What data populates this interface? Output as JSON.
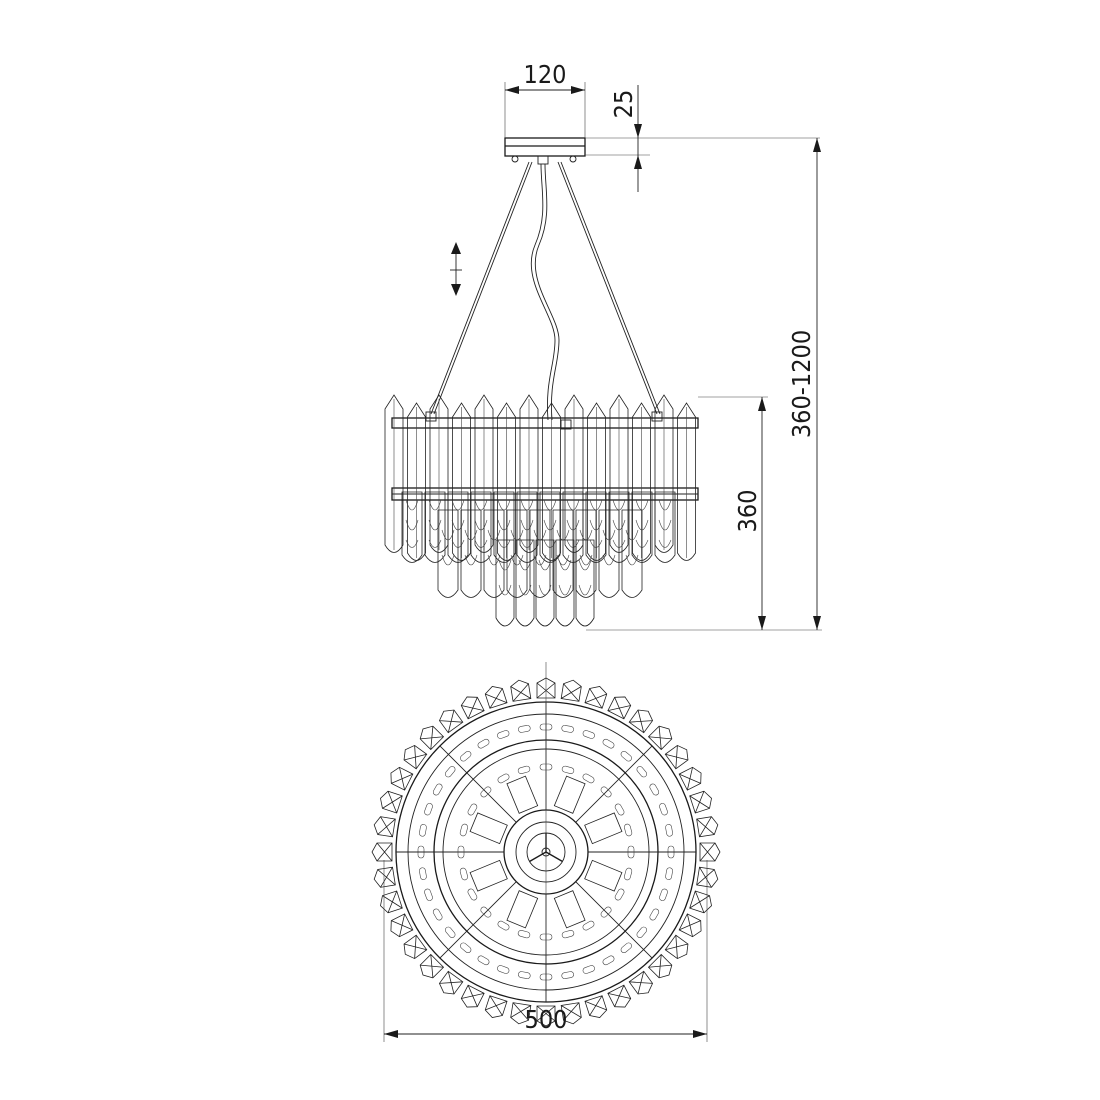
{
  "dimensions": {
    "canopy_width": "120",
    "canopy_height": "25",
    "overall_height": "360-1200",
    "body_height": "360",
    "diameter": "500"
  },
  "colors": {
    "line": "#1a1a1a",
    "background": "#ffffff"
  },
  "icons": {
    "adjust": "height-adjust-icon"
  }
}
